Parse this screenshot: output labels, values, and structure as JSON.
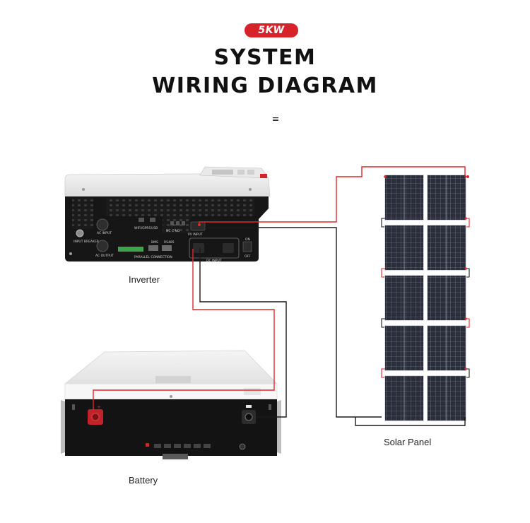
{
  "header": {
    "badge": "5KW",
    "title_line1": "SYSTEM",
    "title_line2": "WIRING DIAGRAM"
  },
  "labels": {
    "inverter": "Inverter",
    "battery": "Battery",
    "solar_panel": "Solar Panel"
  },
  "inverter_panel": {
    "ac_input": "AC INPUT",
    "ac_output": "AC OUTPUT",
    "input_breaker": "INPUT BREAKER",
    "wifi_gprs": "WIFI/GPRS",
    "usb": "USB",
    "bms": "BMS",
    "rs485": "RS485",
    "nc_c_no": "NC C NO",
    "parallel_connection": "PARALLEL CONNECTION",
    "pv_input": "PV INPUT",
    "dc_input": "DC INPUT",
    "on": "ON",
    "off": "OFF"
  },
  "colors": {
    "positive_wire": "#e0262b",
    "negative_wire": "#1a1a1a",
    "accent": "#d7222a"
  }
}
